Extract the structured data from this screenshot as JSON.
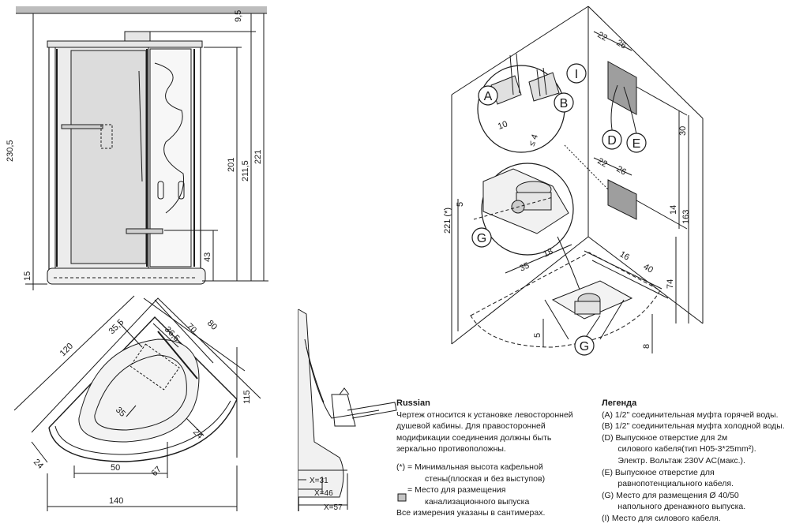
{
  "front_view": {
    "heights": [
      "9,5",
      "201",
      "211,5",
      "221",
      "230,5",
      "43",
      "15"
    ]
  },
  "top_view": {
    "dims": [
      "120",
      "35,5",
      "36,5",
      "70",
      "80",
      "115",
      "35",
      "24",
      "24",
      "50",
      "67",
      "140"
    ]
  },
  "side_view": {
    "dims": [
      "X=31",
      "X=46",
      "X=57"
    ]
  },
  "install_view": {
    "dims": [
      "22",
      "26",
      "30",
      "22",
      "26",
      "14",
      "163",
      "221 (*)",
      "5",
      "35",
      "18",
      "16",
      "40",
      "74",
      "5",
      "8"
    ],
    "markers": [
      "A",
      "B",
      "I",
      "D",
      "E",
      "G",
      "G"
    ],
    "fitting_dims": [
      "10",
      "≤ 4"
    ]
  },
  "notes": {
    "title": "Russian",
    "lines": [
      "Чертеж относится к установке левосторонней",
      "душевой кабины. Для правосторонней",
      "модификации соединения должны быть",
      "зеркально противоположны."
    ],
    "star_label": "(*) =",
    "star_lines": [
      "Минимальная высота кафельной",
      "стены(плоская и без выступов)"
    ],
    "square_label": "=",
    "square_lines": [
      "Место для размещения",
      "канализационного выпуска"
    ],
    "footer": "Все измерения указаны в сантимерах."
  },
  "legend": {
    "title": "Легенда",
    "items": [
      "(A)  1/2\" соединительная муфта горячей воды.",
      "(B)  1/2\" соединительная муфта холодной воды.",
      "(D)  Выпускное отверстие для 2м",
      "       силового кабеля(тип H05-3*25mm²).",
      "       Электр. Вольтаж 230V AC(макс.).",
      "(E)  Выпускное отверстие для",
      "       равнопотенциального кабеля.",
      "(G)  Место для размещения Ø 40/50",
      "       напольного дренажного выпуска.",
      "(I)  Место для силового кабеля."
    ]
  }
}
